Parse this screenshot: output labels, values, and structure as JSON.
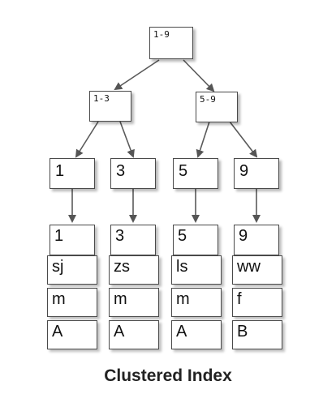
{
  "diagram": {
    "caption": "Clustered Index",
    "root": {
      "label": "1-9"
    },
    "internal": [
      {
        "label": "1-3"
      },
      {
        "label": "5-9"
      }
    ],
    "leaves": [
      {
        "label": "1"
      },
      {
        "label": "3"
      },
      {
        "label": "5"
      },
      {
        "label": "9"
      }
    ],
    "records": [
      {
        "cells": [
          "1",
          "sj",
          "m",
          "A"
        ]
      },
      {
        "cells": [
          "3",
          "zs",
          "m",
          "A"
        ]
      },
      {
        "cells": [
          "5",
          "ls",
          "m",
          "A"
        ]
      },
      {
        "cells": [
          "9",
          "ww",
          "f",
          "B"
        ]
      }
    ]
  }
}
